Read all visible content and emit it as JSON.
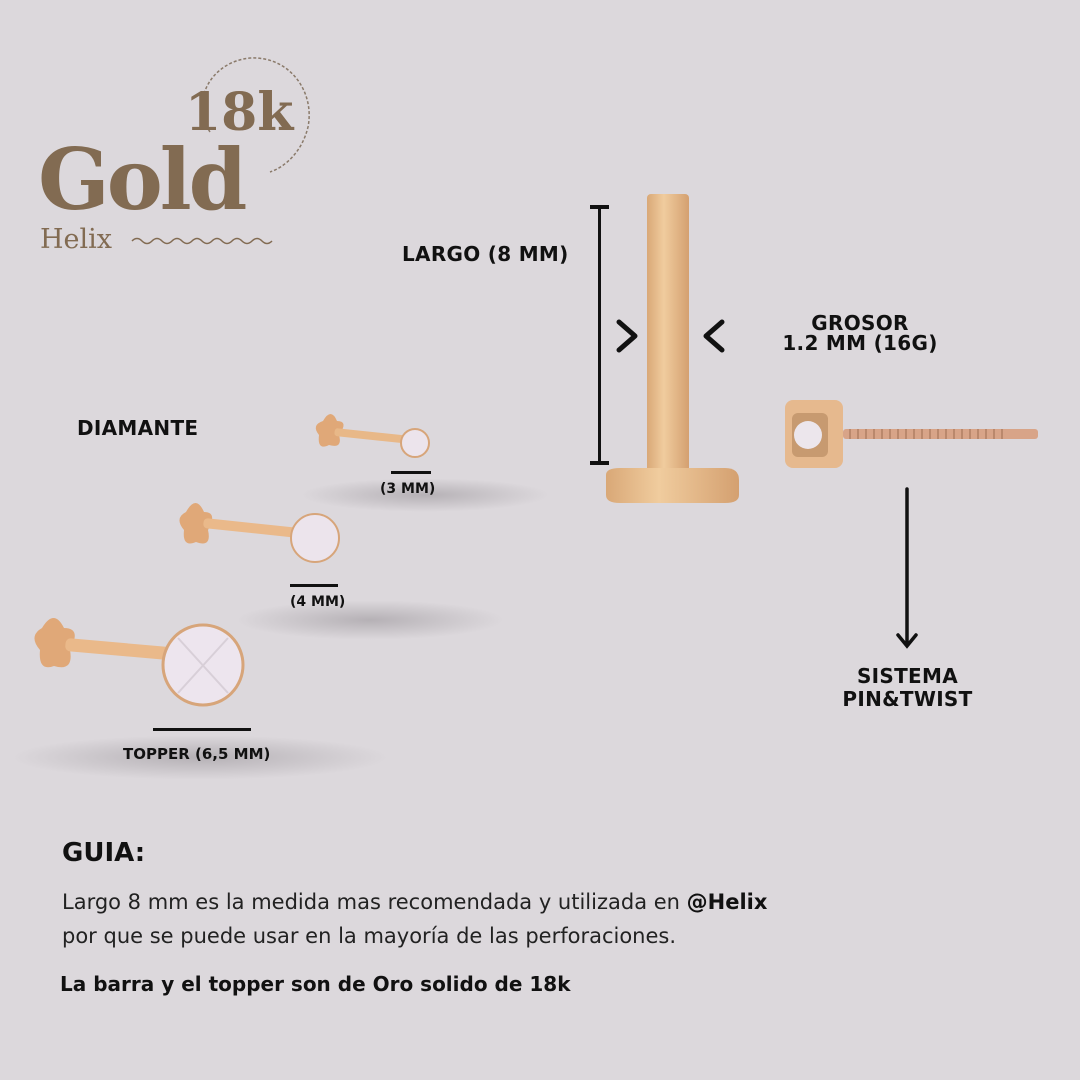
{
  "logo": {
    "badge": "18k",
    "word": "Gold",
    "brand": "Helix",
    "color": "#826b52"
  },
  "labels": {
    "largo": "LARGO (8 MM)",
    "grosor_line1": "GROSOR",
    "grosor_line2": "1.2 MM (16G)",
    "diamante": "DIAMANTE",
    "size_3": "(3 MM)",
    "size_4": "(4 MM)",
    "size_topper": "TOPPER (6,5 MM)",
    "sistema_line1": "SISTEMA",
    "sistema_line2": "PIN&TWIST"
  },
  "guide": {
    "title": "GUIA:",
    "text_part1": "Largo 8 mm es la medida mas recomendada y utilizada en ",
    "text_handle": "@Helix",
    "text_part2": "por que se puede usar en la mayoría de las perforaciones.",
    "footer": "La barra y el topper son de Oro solido de 18k"
  },
  "colors": {
    "background": "#dcd8dc",
    "gold": "#e2b887",
    "text": "#111111"
  }
}
